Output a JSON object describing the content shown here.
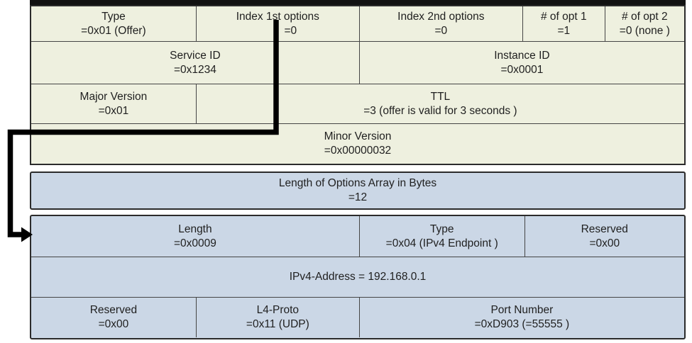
{
  "colors": {
    "entry_bg": "#eef0df",
    "options_bg": "#cbd7e6",
    "grid_line": "#454545",
    "frame": "#2b2b2b",
    "annotation": "#000000"
  },
  "entry_section": {
    "row1": {
      "type": {
        "label": "Type",
        "value": "=0x01 (Offer)"
      },
      "index_1st_options": {
        "label": "Index 1st options",
        "value": "=0"
      },
      "index_2nd_options": {
        "label": "Index 2nd options",
        "value": "=0"
      },
      "num_of_opt_1": {
        "label": "# of opt 1",
        "value": "=1"
      },
      "num_of_opt_2": {
        "label": "# of opt 2",
        "value": "=0 (none )"
      }
    },
    "row2": {
      "service_id": {
        "label": "Service ID",
        "value": "=0x1234"
      },
      "instance_id": {
        "label": "Instance ID",
        "value": "=0x0001"
      }
    },
    "row3": {
      "major_version": {
        "label": "Major Version",
        "value": "=0x01"
      },
      "ttl": {
        "label": "TTL",
        "value": "=3 (offer is valid for 3 seconds )"
      }
    },
    "row4": {
      "minor_version": {
        "label": "Minor Version",
        "value": "=0x00000032"
      }
    }
  },
  "options_length_section": {
    "length_of_options_array": {
      "label": "Length of Options Array in Bytes",
      "value": "=12"
    }
  },
  "option_section": {
    "row1": {
      "length": {
        "label": "Length",
        "value": "=0x0009"
      },
      "type": {
        "label": "Type",
        "value": "=0x04 (IPv4 Endpoint )"
      },
      "reserved": {
        "label": "Reserved",
        "value": "=0x00"
      }
    },
    "row2": {
      "ipv4_address": {
        "label": "IPv4-Address = 192.168.0.1"
      }
    },
    "row3": {
      "reserved": {
        "label": "Reserved",
        "value": "=0x00"
      },
      "l4_proto": {
        "label": "L4-Proto",
        "value": "=0x11 (UDP)"
      },
      "port_number": {
        "label": "Port Number",
        "value": "=0xD903 (=55555 )"
      }
    }
  }
}
